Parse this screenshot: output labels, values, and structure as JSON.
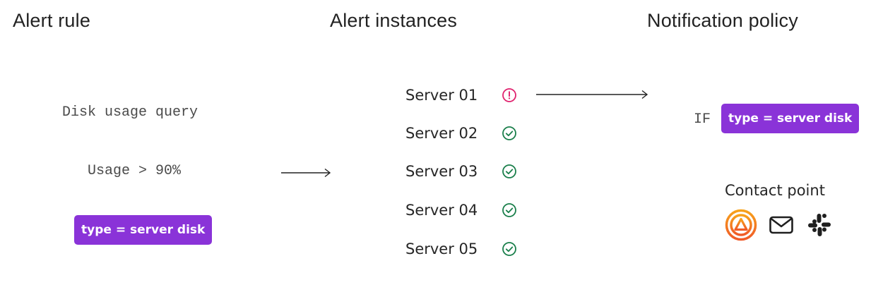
{
  "columns": {
    "rule_heading": "Alert rule",
    "instances_heading": "Alert instances",
    "policy_heading": "Notification policy"
  },
  "rule": {
    "query": "Disk usage query",
    "condition": "Usage > 90%",
    "label": "type  = server disk"
  },
  "instances": [
    {
      "name": "Server 01",
      "status": "firing",
      "icon": "alert-circle-icon"
    },
    {
      "name": "Server 02",
      "status": "normal",
      "icon": "check-circle-icon"
    },
    {
      "name": "Server 03",
      "status": "normal",
      "icon": "check-circle-icon"
    },
    {
      "name": "Server 04",
      "status": "normal",
      "icon": "check-circle-icon"
    },
    {
      "name": "Server 05",
      "status": "normal",
      "icon": "check-circle-icon"
    }
  ],
  "policy": {
    "if_keyword": "IF",
    "matcher": "type  = server disk",
    "contact_point_label": "Contact point",
    "contact_icons": [
      "grafana-oncall-icon",
      "email-icon",
      "slack-icon"
    ]
  },
  "colors": {
    "label_purple": "#8a33d8",
    "firing_red": "#e0226e",
    "normal_green": "#1a7f4b"
  }
}
